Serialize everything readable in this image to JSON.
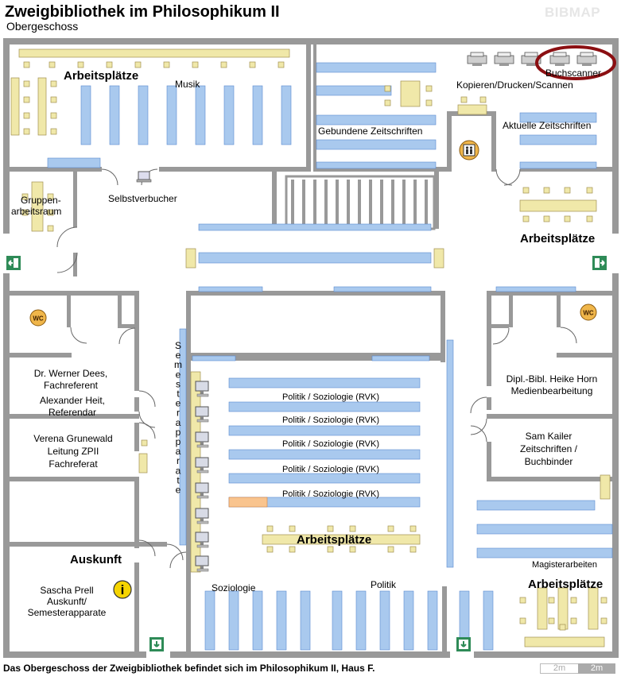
{
  "header": {
    "title": "Zweigbibliothek im Philosophikum II",
    "subtitle": "Obergeschoss",
    "logo": "BIBMAP"
  },
  "footer": {
    "note": "Das Obergeschoss der Zweigbibliothek befindet sich im Philosophikum II, Haus F.",
    "scale_left": "2m",
    "scale_right": "2m"
  },
  "colors": {
    "wall": "#999999",
    "shelf": "#a9c9ee",
    "desk": "#f0e8a9",
    "highlight_shelf": "#f9c48e",
    "marker_ring": "#8b0f12",
    "exit_sign": "#2e8b57",
    "wc_badge": "#f0b64a",
    "info_badge": "#f5d400"
  },
  "rooms": {
    "arbeitsplaetze_nw": "Arbeitsplätze",
    "musik": "Musik",
    "buchscanner": "Buchscanner",
    "kopieren": "Kopieren/Drucken/Scannen",
    "gebundene_zeitschriften": "Gebundene Zeitschriften",
    "aktuelle_zeitschriften": "Aktuelle Zeitschriften",
    "gruppenarbeitsraum_line1": "Gruppen-",
    "gruppenarbeitsraum_line2": "arbeitsraum",
    "selbstverbucher": "Selbstverbucher",
    "arbeitsplaetze_east": "Arbeitsplätze",
    "wc_left": "WC",
    "wc_right": "WC",
    "office1_line1": "Dr. Werner Dees,",
    "office1_line2": "Fachreferent",
    "office1_line3": "Alexander Heit,",
    "office1_line4": "Referendar",
    "office2_line1": "Verena Grunewald",
    "office2_line2": "Leitung ZPII",
    "office2_line3": "Fachreferat",
    "office3_line1": "Dipl.-Bibl. Heike Horn",
    "office3_line2": "Medienbearbeitung",
    "office4_line1": "Sam Kailer",
    "office4_line2": "Zeitschriften /",
    "office4_line3": "Buchbinder",
    "semesterapparate_vertical": "Semesterapparate",
    "politik_soziologie": [
      "Politik / Soziologie (RVK)",
      "Politik / Soziologie (RVK)",
      "Politik / Soziologie (RVK)",
      "Politik / Soziologie (RVK)",
      "Politik / Soziologie (RVK)"
    ],
    "arbeitsplaetze_center": "Arbeitsplätze",
    "auskunft": "Auskunft",
    "auskunft_person_line1": "Sascha Prell",
    "auskunft_person_line2": "Auskunft/",
    "auskunft_person_line3": "Semesterapparate",
    "info_symbol": "i",
    "soziologie": "Soziologie",
    "politik": "Politik",
    "magisterarbeiten": "Magisterarbeiten",
    "arbeitsplaetze_se": "Arbeitsplätze"
  },
  "icons": {
    "exit": "exit-sign-icon",
    "elevator": "elevator-icon",
    "copier": "copier-icon",
    "computer": "computer-icon",
    "laptop": "laptop-icon",
    "info": "info-icon",
    "wc": "wc-icon"
  }
}
